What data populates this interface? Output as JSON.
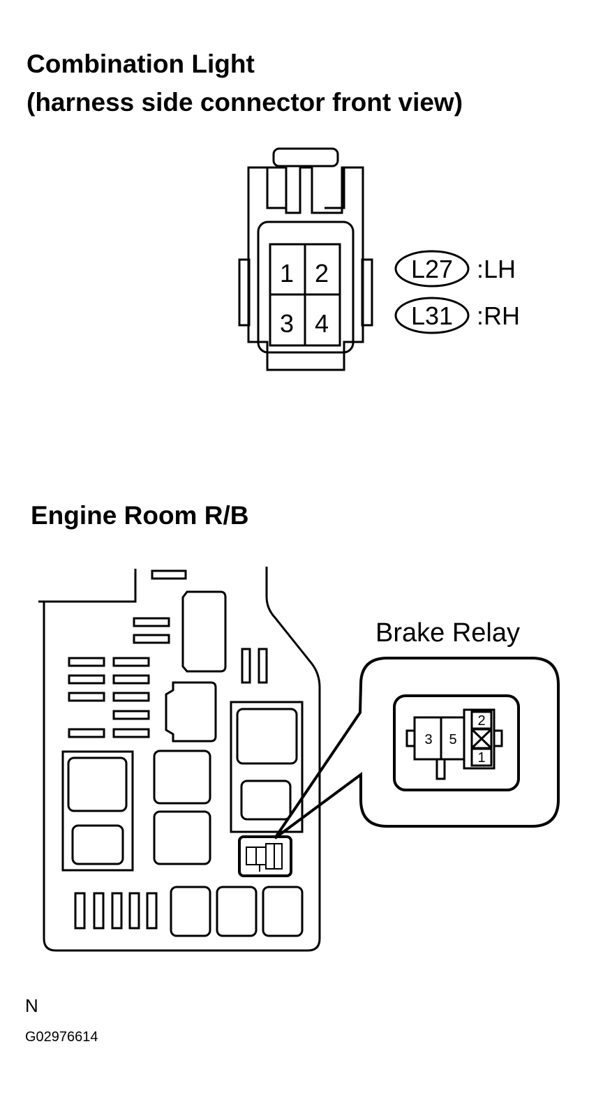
{
  "section1": {
    "title_line1": "Combination Light",
    "title_line2": "(harness side connector front view)",
    "pins": [
      "1",
      "2",
      "3",
      "4"
    ],
    "connectors": [
      {
        "code": "L27",
        "side": ":LH"
      },
      {
        "code": "L31",
        "side": ":RH"
      }
    ]
  },
  "section2": {
    "title": "Engine Room R/B",
    "callout_label": "Brake Relay",
    "relay_pins": [
      "3",
      "5",
      "2",
      "1"
    ]
  },
  "footer": {
    "north": "N",
    "figure_code": "G02976614"
  }
}
